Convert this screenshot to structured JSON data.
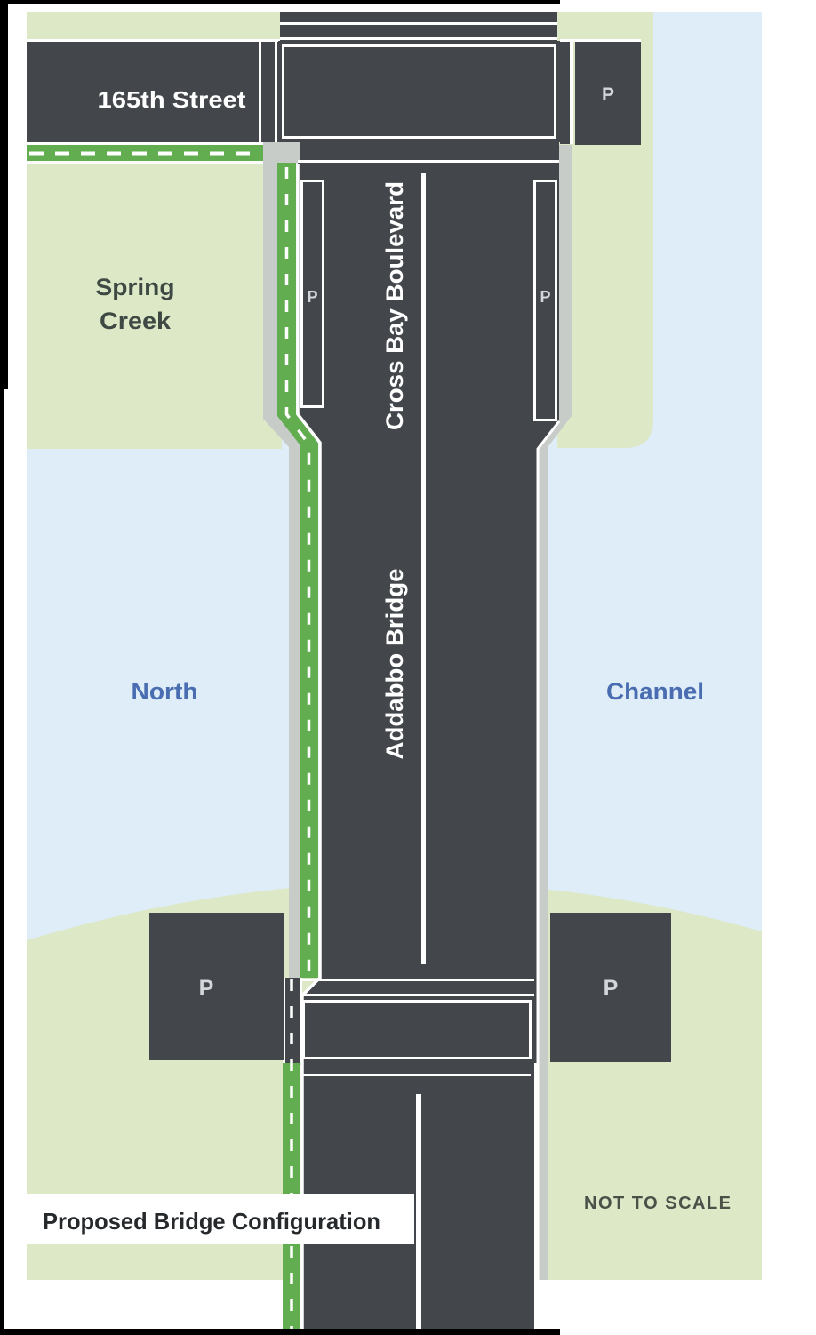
{
  "figure": {
    "caption": "Proposed Bridge Configuration",
    "scale_note": "NOT TO SCALE"
  },
  "labels": {
    "cross_street": "165th Street",
    "corridor": "Cross Bay Boulevard",
    "bridge": "Addabbo Bridge",
    "land_west_line1": "Spring",
    "land_west_line2": "Creek",
    "water_west": "North",
    "water_east": "Channel",
    "parking": "P"
  },
  "colors": {
    "roadway": "#43474c",
    "land": "#dde8c7",
    "water": "#deedf7",
    "bike-lane": "#61ad4f",
    "sidewalk": "#c8ccc9",
    "line": "#ffffff",
    "water-label": "#4a6db1",
    "parking-label": "#d4d7d9",
    "caption-text": "#26292b",
    "note-text": "#4b5049",
    "land-label": "#3e4944",
    "frame": "#000000"
  }
}
